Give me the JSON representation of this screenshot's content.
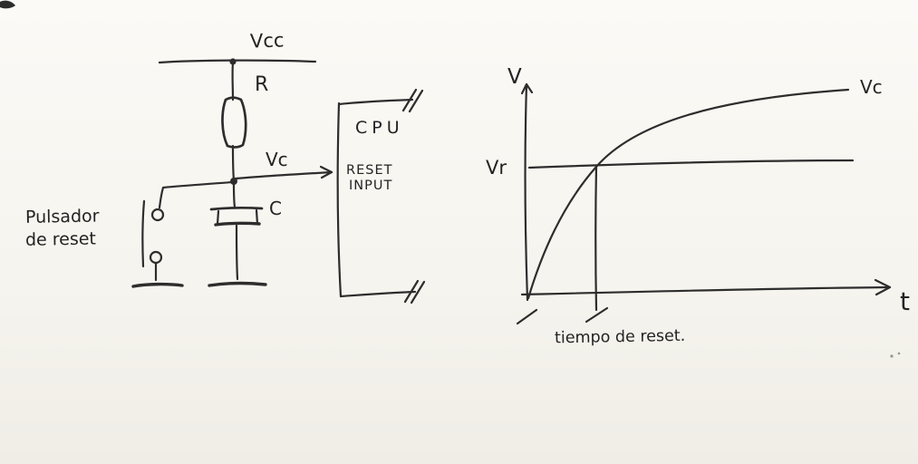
{
  "circuit": {
    "labels": {
      "vcc": "Vcc",
      "resistor": "R",
      "vc": "Vc",
      "capacitor": "C",
      "pushbutton_line1": "Pulsador",
      "pushbutton_line2": "de reset",
      "cpu": "CPU",
      "reset_input_line1": "RESET",
      "reset_input_line2": "INPUT"
    }
  },
  "graph": {
    "labels": {
      "y_axis": "V",
      "x_axis": "t",
      "threshold": "Vr",
      "curve": "Vc",
      "annotation": "tiempo de reset."
    }
  },
  "colors": {
    "ink": "#2d2d2d",
    "paper": "#f7f5ef"
  }
}
